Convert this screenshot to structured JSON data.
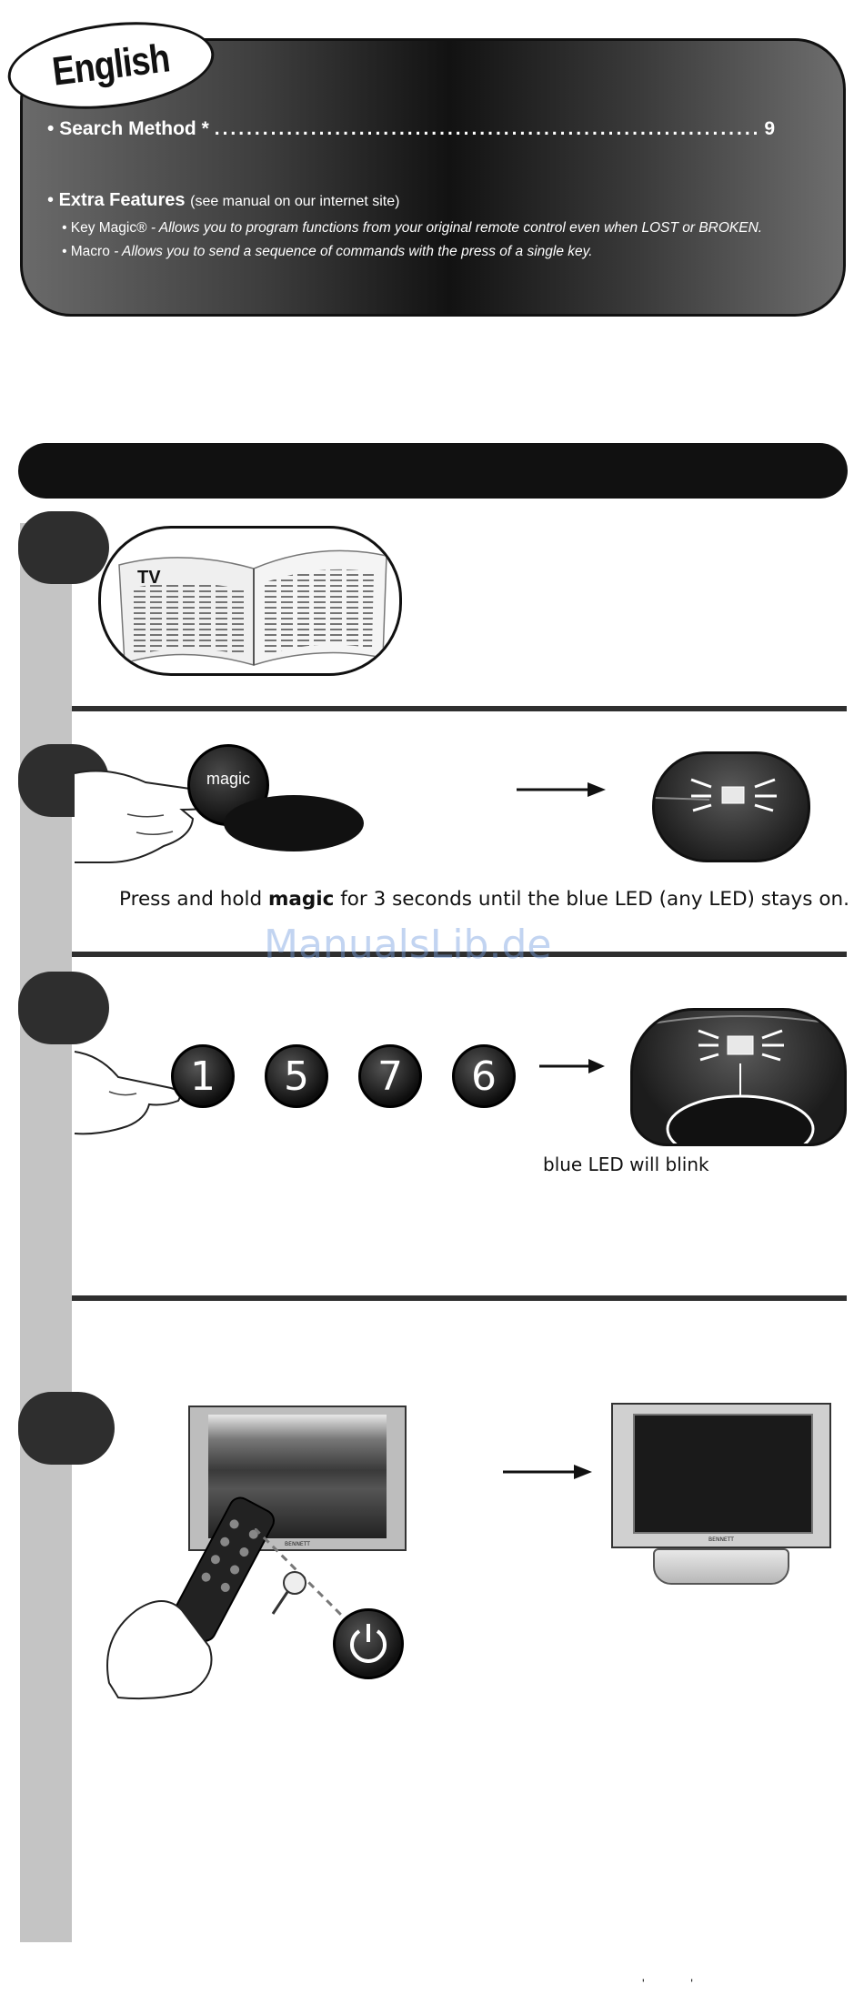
{
  "header": {
    "language": "English",
    "toc": [
      {
        "bullet": "•",
        "title": "Search Method *",
        "page": "9"
      }
    ],
    "extra": {
      "bullet": "•",
      "title": "Extra Features",
      "note": "(see manual on our internet site)",
      "items": [
        {
          "bullet": "•",
          "name": "Key Magic®",
          "desc": "- Allows you to program functions from your original remote control even when LOST or BROKEN."
        },
        {
          "bullet": "•",
          "name": "Macro",
          "desc": "- Allows you to send a sequence of commands with the press of a single key."
        }
      ]
    }
  },
  "steps": {
    "step1": {
      "book_label": "TV"
    },
    "step2": {
      "button_label": "magic",
      "instruction_pre": "Press and hold ",
      "instruction_bold": "magic",
      "instruction_post": " for 3 seconds until the blue LED (any LED) stays on."
    },
    "step3": {
      "keys": [
        "1",
        "5",
        "7",
        "6"
      ],
      "caption": "blue LED will blink"
    },
    "step4": {
      "tv_brand": "BENNETT"
    }
  },
  "watermark": "ManualsLib.de",
  "bottom_marks": "'             '"
}
